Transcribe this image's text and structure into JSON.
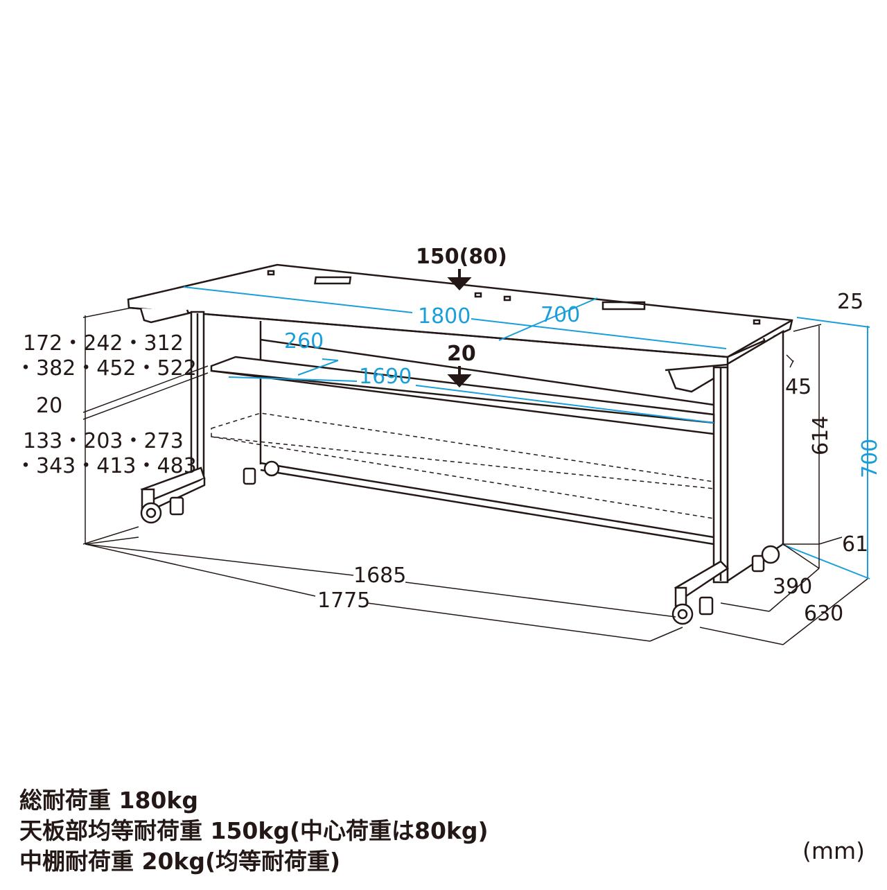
{
  "labels": {
    "top_load": "150(80)",
    "shelf_load": "20",
    "top_width": "1800",
    "top_depth": "700",
    "shelf_depth": "260",
    "shelf_width": "1690",
    "top_heights_line1": "172・242・312",
    "top_heights_line2": "・382・452・522",
    "shelf_thickness": "20",
    "shelf_heights_line1": "133・203・273",
    "shelf_heights_line2": "・343・413・483",
    "top_thickness": "25",
    "apron": "45",
    "leg_height": "614",
    "total_height": "700",
    "caster": "61",
    "inner_width": "1685",
    "outer_width": "1775",
    "inner_depth": "390",
    "outer_depth": "630"
  },
  "specs": {
    "line1": "総耐荷重 180kg",
    "line2": "天板部均等耐荷重 150kg(中心荷重は80kg)",
    "line3": "中棚耐荷重 20kg(均等耐荷重)"
  },
  "unit": "(mm)",
  "colors": {
    "ink": "#231815",
    "dimension_blue": "#1a9ed9"
  }
}
